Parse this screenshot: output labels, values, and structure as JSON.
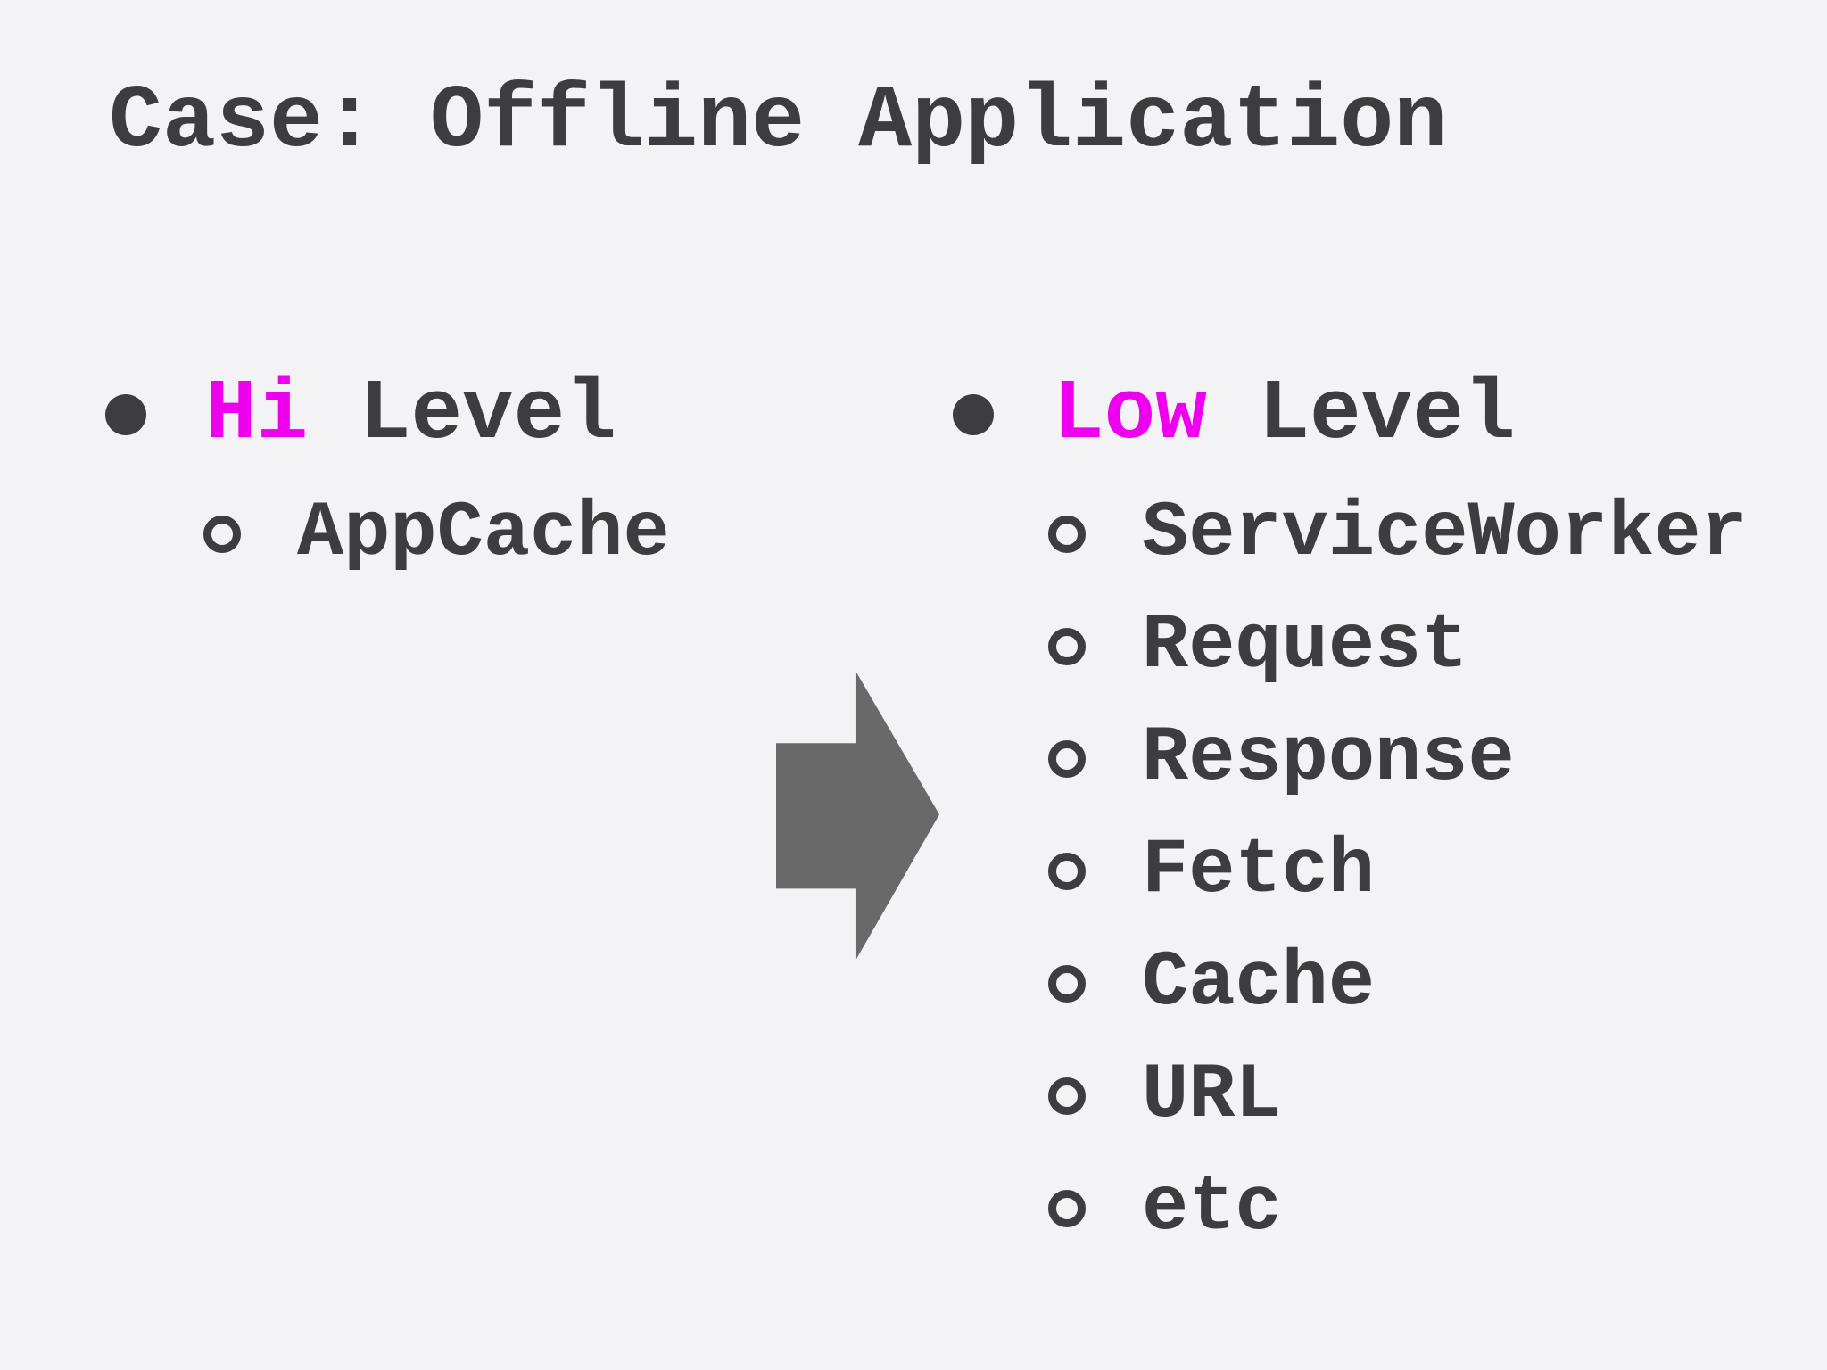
{
  "slide": {
    "title": "Case: Offline Application",
    "colors": {
      "background": "#f3f2f4",
      "text": "#3d3d3f",
      "accent_magenta": "#ee00ee",
      "arrow_gray": "#696969"
    }
  },
  "left_column": {
    "heading_highlight": "Hi",
    "heading_rest": " Level",
    "items": [
      "AppCache"
    ]
  },
  "right_column": {
    "heading_highlight": "Low",
    "heading_rest": " Level",
    "items": [
      "ServiceWorker",
      "Request",
      "Response",
      "Fetch",
      "Cache",
      "URL",
      "etc"
    ]
  }
}
